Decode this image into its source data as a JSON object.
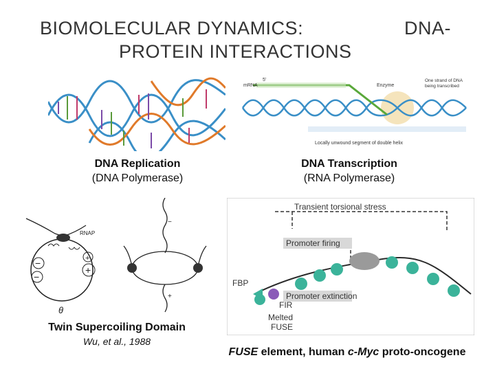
{
  "title": {
    "line1_left": "BIOMOLECULAR DYNAMICS:",
    "line1_right": "DNA-",
    "line2": "PROTEIN INTERACTIONS"
  },
  "figures": {
    "replication": {
      "caption_bold": "DNA Replication",
      "caption_sub": "(DNA Polymerase)"
    },
    "transcription": {
      "caption_bold": "DNA Transcription",
      "caption_sub": "(RNA Polymerase)",
      "labels": {
        "mrna": "mRNA",
        "five_prime": "5'",
        "enzyme": "Enzyme",
        "strand_note": "One strand of DNA being transcribed",
        "unwound": "Locally unwound segment of double helix"
      }
    },
    "supercoiling": {
      "caption_bold": "Twin Supercoiling Domain",
      "citation": "Wu, et al., 1988",
      "labels": {
        "rnap": "RNAP",
        "minus": "−",
        "plus": "+",
        "theta": "θ"
      }
    },
    "fuse": {
      "caption_italic1": "FUSE",
      "caption_mid": " element, human ",
      "caption_italic2": "c-Myc",
      "caption_end": " proto-oncogene",
      "labels": {
        "stress": "Transient torsional stress",
        "firing": "Promoter firing",
        "extinction": "Promoter extinction",
        "fbp": "FBP",
        "fir": "FIR",
        "melted": "Melted",
        "fuse": "FUSE"
      }
    }
  },
  "colors": {
    "helix_blue": "#3a8fc7",
    "helix_orange": "#e07a2a",
    "mrna_green": "#5aa83a",
    "fuse_teal": "#3bb39a",
    "fir_purple": "#8a5ab8"
  }
}
